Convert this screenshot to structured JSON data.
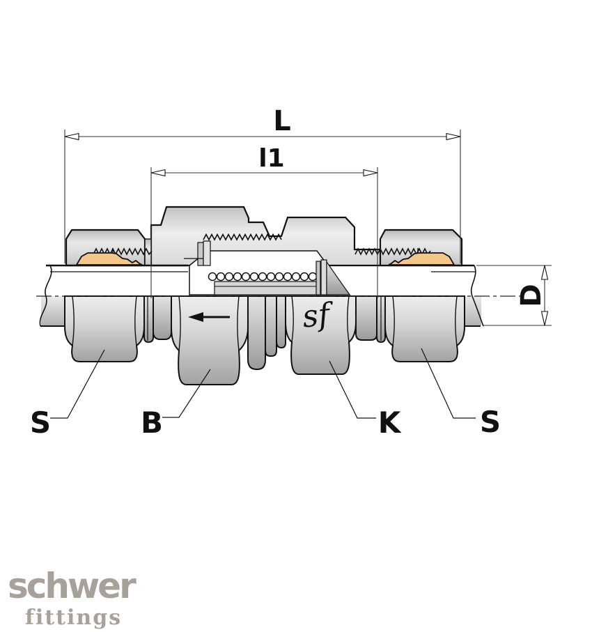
{
  "drawing": {
    "dim_overall": "L",
    "dim_body": "l1",
    "dim_diameter": "D",
    "label_nut_left": "S",
    "label_body": "B",
    "label_cone": "K",
    "label_nut_right": "S",
    "body_mark": "sf",
    "flow_direction": "left"
  },
  "logo": {
    "brand": "schwer",
    "sub": "fittings"
  },
  "colors": {
    "ferrule": "#f3c689",
    "logo": "#a8a19a",
    "outline": "#111111"
  }
}
